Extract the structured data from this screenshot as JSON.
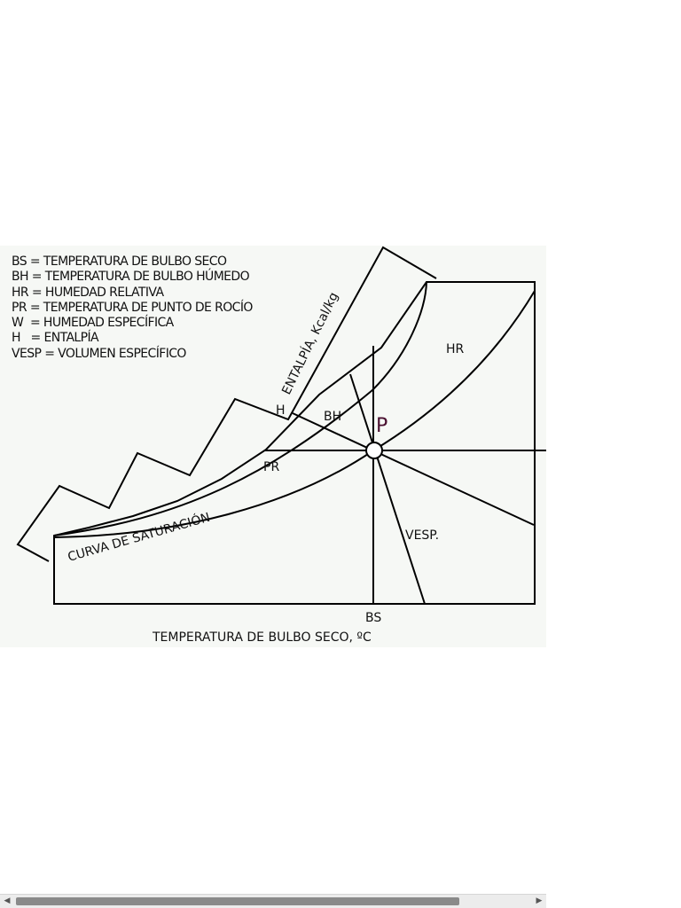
{
  "legend": [
    "BS = TEMPERATURA DE BULBO SECO",
    "BH = TEMPERATURA DE BULBO HÚMEDO",
    "HR = HUMEDAD RELATIVA",
    "PR = TEMPERATURA DE PUNTO DE ROCÍO",
    "W  = HUMEDAD ESPECÍFICA",
    "H   = ENTALPÍA",
    "VESP = VOLUMEN ESPECÍFICO"
  ],
  "labels": {
    "enthalpy_axis": "ENTALPÍA, Kcal/kg",
    "saturation_curve": "CURVA DE SATURACIÓN",
    "h": "H",
    "bh": "BH",
    "p": "P",
    "hr": "HR",
    "pr": "PR",
    "vesp": "VESP.",
    "bs": "BS",
    "x_axis_title": "TEMPERATURA DE BULBO SECO, ºC"
  },
  "colors": {
    "background": "#f6f8f5",
    "lines": "#000000",
    "point_label": "#4a1030"
  },
  "scrollbar": {
    "left_arrow": "◀",
    "right_arrow": "▶"
  }
}
